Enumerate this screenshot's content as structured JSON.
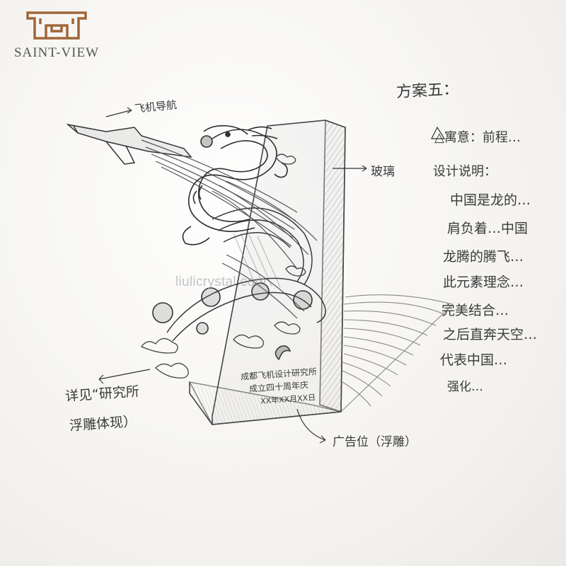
{
  "brand": {
    "name": "SAINT-VIEW",
    "logo_icon": "ornate-seal-icon",
    "logo_color": "#a0673a"
  },
  "watermark": "liulicrystal.com",
  "labels": {
    "top_left": "飞机导航",
    "right_pointer": "玻璃",
    "bottom_left_1": "详见“研究所",
    "bottom_left_2": "浮雕体现）",
    "bottom_right": "广告位（浮雕）"
  },
  "plaque": {
    "line1": "成都飞机设计研究所",
    "line2": "成立四十周年庆",
    "line3": "XX年XX月XX日"
  },
  "notes": {
    "title": "方案五：",
    "lines": [
      "△寓意：前程…",
      "设计说明：",
      "中国是龙的…",
      "肩负着…中国",
      "龙腾的腾飞…",
      "此元素理念…",
      "完美结合…",
      "之后直奔天空…",
      "代表中国…",
      "强化…"
    ]
  }
}
